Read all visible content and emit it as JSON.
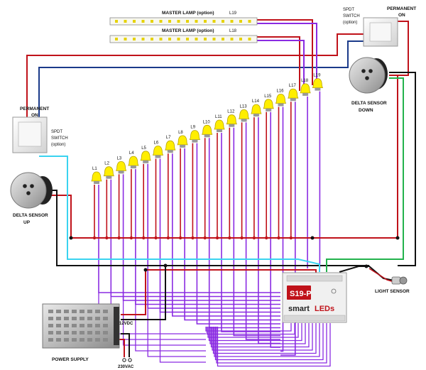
{
  "labels": {
    "master_lamp_top": "MASTER LAMP (option)",
    "l19_strip": "L19",
    "master_lamp_bottom": "MASTER LAMP (option)",
    "l18_strip": "L18",
    "spdt_right": [
      "SPDT",
      "SWITCH",
      "(option)"
    ],
    "permanent_on_right": [
      "PERMANENT",
      "ON"
    ],
    "permanent_on_left": [
      "PERMANENT",
      "ON"
    ],
    "spdt_left": [
      "SPDT",
      "SWITCH",
      "(option)"
    ],
    "delta_down": [
      "DELTA SENSOR",
      "DOWN"
    ],
    "delta_up": [
      "DELTA SENSOR",
      "UP"
    ],
    "light_sensor": "LIGHT SENSOR",
    "power_supply": "POWER SUPPLY",
    "v12": "12VDC",
    "v230": "230VAC",
    "controller_model": "S19-P",
    "brand_smart": "smart",
    "brand_leds": "LEDs",
    "lamps": [
      "L1",
      "L2",
      "L3",
      "L4",
      "L5",
      "L6",
      "L7",
      "L8",
      "L9",
      "L10",
      "L11",
      "L12",
      "L13",
      "L14",
      "L15",
      "L16",
      "L17",
      "L18",
      "L19"
    ]
  },
  "colors": {
    "red": "#c0121a",
    "purple": "#8a2be2",
    "blue": "#1a3a8a",
    "cyan": "#3ad3f0",
    "green": "#22b24c",
    "black": "#111111",
    "lamp": "#ffee00"
  }
}
